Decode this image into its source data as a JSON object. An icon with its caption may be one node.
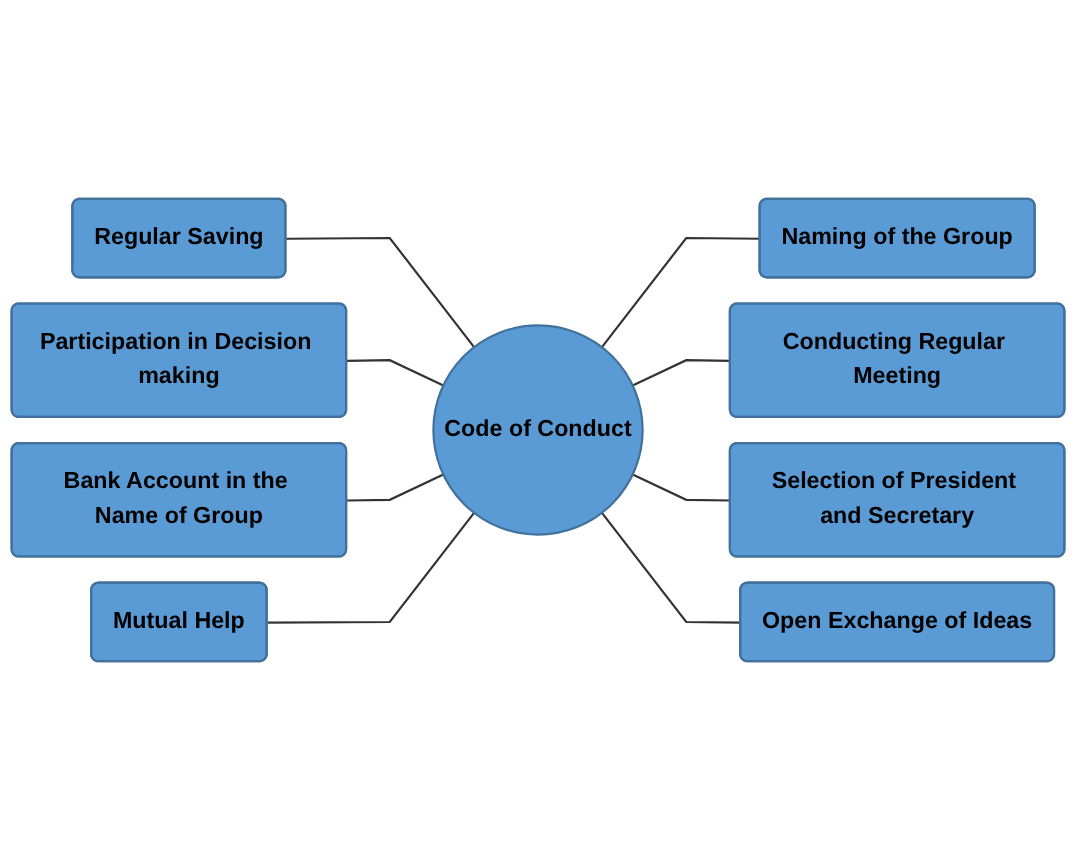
{
  "diagram": {
    "nodes": [
      {
        "text": [
          "Code of Conduct"
        ]
      },
      {
        "text": [
          "Regular Saving"
        ]
      },
      {
        "text": [
          "Naming of the Group"
        ]
      },
      {
        "text": [
          "Conducting Regular Meeting"
        ]
      },
      {
        "text": [
          "Selection of President and Secretary"
        ]
      },
      {
        "text": [
          "Open Exchange of Ideas"
        ]
      },
      {
        "text": [
          "Participation in Decision making"
        ]
      },
      {
        "text": [
          "Bank Account in the Name of Group"
        ]
      },
      {
        "text": [
          "Mutual Help"
        ]
      }
    ],
    "edges": [
      {
        "from": 0,
        "to": 1,
        "arrow": "none"
      },
      {
        "from": 0,
        "to": 2,
        "arrow": "none"
      },
      {
        "from": 0,
        "to": 3,
        "arrow": "none"
      },
      {
        "from": 0,
        "to": 4,
        "arrow": "none"
      },
      {
        "from": 0,
        "to": 5,
        "arrow": "none"
      },
      {
        "from": 0,
        "to": 6,
        "arrow": "none"
      },
      {
        "from": 0,
        "to": 7,
        "arrow": "none"
      },
      {
        "from": 0,
        "to": 8,
        "arrow": "none"
      }
    ]
  }
}
